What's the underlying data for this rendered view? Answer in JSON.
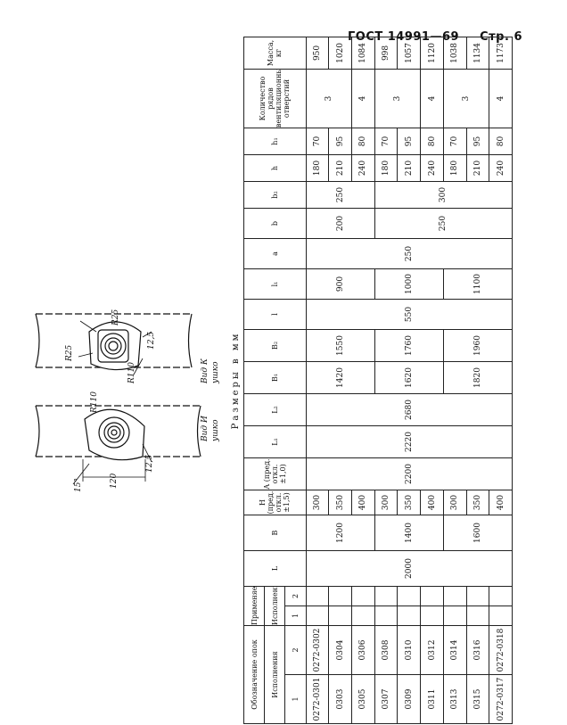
{
  "header": {
    "standard": "ГОСТ 14991—69",
    "page": "Стр. 6"
  },
  "drawings": {
    "view_left_line1": "Вид И",
    "view_left_line2": "ушко",
    "view_right_line1": "Вид К",
    "view_right_line2": "ушко",
    "left_R": "R110",
    "left_angle": "15°",
    "left_dim": "120",
    "left_dim2": "12,5",
    "right_R1": "R25",
    "right_R2": "R25",
    "right_R3": "R110",
    "right_dim": "12,5"
  },
  "table": {
    "caption": "Размеры в мм",
    "head": {
      "oboz": "Обозначение опок",
      "ispolnenia": "Исполнения",
      "col1": "1",
      "col2": "2",
      "primen": "Применяемость",
      "primen_isp": "Исполнения",
      "L": "L",
      "B": "B",
      "H": "H (пред. откл. ±1,5)",
      "A": "A (пред. откл. ±1,0)",
      "L1": "L₁",
      "L2": "L₂",
      "B1": "B₁",
      "B2": "B₂",
      "l": "l",
      "l1": "l₁",
      "a": "a",
      "b": "b",
      "b2": "b₂",
      "h": "h",
      "h1": "h₁",
      "kol": "Количество рядов вентиляционных отверстий",
      "massa": "Масса, кг"
    },
    "rows": [
      {
        "c1": "0272-0301",
        "c2": "0272-0302",
        "H": "300",
        "h": "180",
        "h1": "70",
        "m": "950"
      },
      {
        "c1": "0303",
        "c2": "0304",
        "H": "350",
        "h": "210",
        "h1": "95",
        "m": "1020"
      },
      {
        "c1": "0305",
        "c2": "0306",
        "H": "400",
        "h": "240",
        "h1": "80",
        "m": "1084"
      },
      {
        "c1": "0307",
        "c2": "0308",
        "H": "300",
        "h": "180",
        "h1": "70",
        "m": "998"
      },
      {
        "c1": "0309",
        "c2": "0310",
        "H": "350",
        "h": "210",
        "h1": "95",
        "m": "1057"
      },
      {
        "c1": "0311",
        "c2": "0312",
        "H": "400",
        "h": "240",
        "h1": "80",
        "m": "1120"
      },
      {
        "c1": "0313",
        "c2": "0314",
        "H": "300",
        "h": "180",
        "h1": "70",
        "m": "1038"
      },
      {
        "c1": "0315",
        "c2": "0316",
        "H": "350",
        "h": "210",
        "h1": "95",
        "m": "1134"
      },
      {
        "c1": "0272-0317",
        "c2": "0272-0318",
        "H": "400",
        "h": "240",
        "h1": "80",
        "m": "1173"
      }
    ],
    "merged": {
      "L": "2000",
      "B_1": "1200",
      "B_2": "1400",
      "B_3": "1600",
      "A": "2200",
      "L1": "2220",
      "L2": "2680",
      "B1_1": "1420",
      "B1_2": "1620",
      "B1_3": "1820",
      "B2_1": "1550",
      "B2_2": "1760",
      "B2_3": "1960",
      "l": "550",
      "l1_1": "900",
      "l1_2": "1000",
      "l1_3": "1100",
      "a": "250",
      "b_1": "200",
      "b_2": "250",
      "b2_1": "250",
      "b2_2": "300",
      "k_1": "3",
      "k_2": "4",
      "k_3": "3",
      "k_4": "4",
      "k_5": "3",
      "k_6": "4"
    }
  }
}
